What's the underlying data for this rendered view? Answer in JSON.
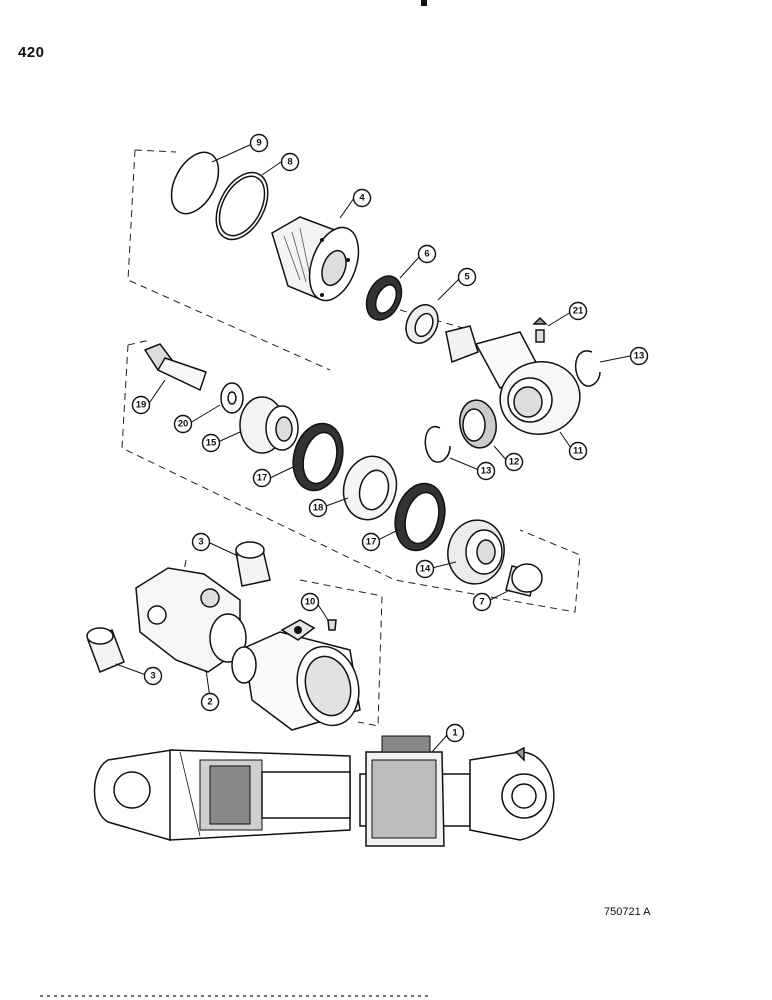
{
  "page_number": "420",
  "figure_code": "750721 A",
  "callouts": {
    "c1": "1",
    "c2": "2",
    "c3a": "3",
    "c3b": "3",
    "c4": "4",
    "c5": "5",
    "c6": "6",
    "c7": "7",
    "c8": "8",
    "c9": "9",
    "c10": "10",
    "c11": "11",
    "c12": "12",
    "c13a": "13",
    "c13b": "13",
    "c14": "14",
    "c15": "15",
    "c17a": "17",
    "c17b": "17",
    "c18": "18",
    "c19": "19",
    "c20": "20",
    "c21": "21"
  }
}
